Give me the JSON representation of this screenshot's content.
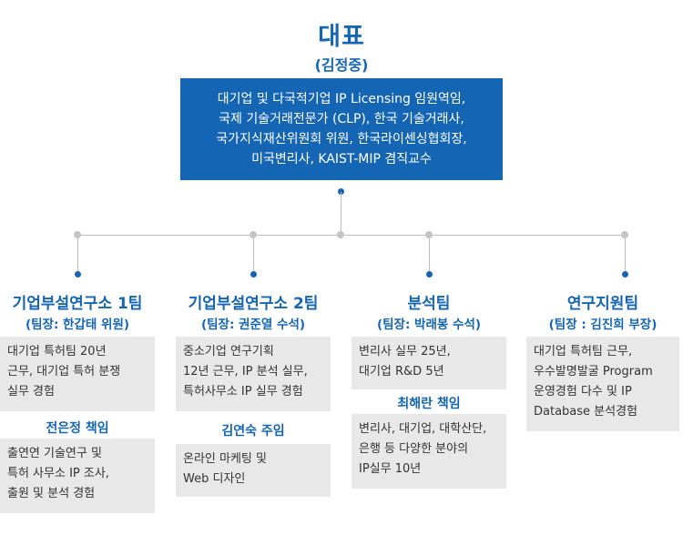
{
  "ceo": {
    "title": "대표",
    "name": "(김정중)",
    "lines": [
      "대기업 및 다국적기업 IP Licensing 임원역임,",
      "국제 기술거래전문가 (CLP), 한국 기술거래사,",
      "국가지식재산위원회 위원, 한국라이센싱협회장,",
      "미국변리사, KAIST-MIP 겸직교수"
    ]
  },
  "teams": [
    {
      "name": "기업부설연구소 1팀",
      "lead": "(팀장: 한갑태 위원)",
      "desc": [
        "대기업 특허팀 20년",
        "근무, 대기업 특허 분쟁",
        "실무 경험"
      ],
      "sub_title": "전은정 책임",
      "sub_desc": [
        "출연연 기술연구 및",
        "특허 사무소 IP 조사,",
        "출원 및 분석 경험"
      ]
    },
    {
      "name": "기업부설연구소 2팀",
      "lead": "(팀장: 권준열 수석)",
      "desc": [
        "중소기업 연구기획",
        "12년 근무, IP 분석 실무,",
        "특허사무소 IP 실무 경험"
      ],
      "sub_title": "김연숙 주임",
      "sub_desc": [
        "온라인 마케팅 및",
        "Web 디자인"
      ]
    },
    {
      "name": "분석팀",
      "lead": "(팀장: 박래봉 수석)",
      "desc": [
        "변리사 실무 25년,",
        "대기업 R&D 5년"
      ],
      "sub_title": "최해란 책임",
      "sub_desc": [
        "변리사, 대기업, 대학산단,",
        "은행 등 다양한 분야의",
        "IP실무 10년"
      ]
    },
    {
      "name": "연구지원팀",
      "lead": "(팀장 : 김진희 부장)",
      "desc": [
        "대기업 특허팀 근무,",
        "우수발명발굴 Program",
        "운영경험 다수 및 IP",
        "Database 분석경험"
      ]
    }
  ]
}
